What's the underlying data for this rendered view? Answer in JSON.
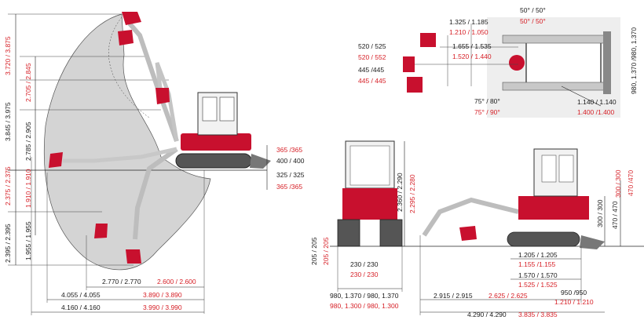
{
  "colors": {
    "primary": "#1a1a1a",
    "alt": "#d61f26",
    "machine": "#c8102e",
    "envelope": "#d4d4d4",
    "grey": "#9a9a9a"
  },
  "side_view": {
    "vertical": {
      "v1_black": "3.720 / 3.875",
      "v1_red": "2.705 / 2.845",
      "v2_black": "3.845 / 3.975",
      "v2_red": "2.785 / 2.905",
      "v3_red": "2.375 / 2.375",
      "v3_red_b": "1.910 / 1.910",
      "v4_black": "2.395 / 2.395",
      "v4_black_b": "1.955 / 1.955"
    },
    "right": {
      "r1": "365 /365",
      "r2": "400 / 400",
      "r3": "325 / 325",
      "r4": "365 /365"
    },
    "bottom": {
      "b1_black": "2.770 / 2.770",
      "b1_red": "2.600 / 2.600",
      "b2_black": "4.055 / 4.055",
      "b2_red": "3.890 / 3.890",
      "b3_black": "4.160 / 4.160",
      "b3_red": "3.990 / 3.990"
    }
  },
  "top_view": {
    "angle_top_black": "50° / 50°",
    "angle_top_red": "50° / 50°",
    "w1_black": "1.325 / 1.185",
    "w1_red": "1.210 / 1.050",
    "w2_black": "1.655 / 1.535",
    "w2_red": "1.520 / 1.440",
    "b1_black": "520 / 525",
    "b1_red": "520 / 552",
    "b2_black": "445 /445",
    "b2_red": "445 / 445",
    "angle_bot_black": "75° / 80°",
    "angle_bot_red": "75° / 90°",
    "t_black": "1.140 / 1.140",
    "t_red": "1.400 /1.400",
    "blade_width": "980, 1.370 /980, 1.370"
  },
  "front_view": {
    "h1_black": "2.360 / 2.290",
    "h1_red": "2.295 / 2.280",
    "h2_black": "205 / 205",
    "h2_red": "205 / 205",
    "w_black": "230 / 230",
    "w_red": "230 / 230",
    "track_black": "980, 1.370 / 980, 1.370",
    "track_red": "980, 1.300 / 980, 1.300"
  },
  "profile_view": {
    "r1_black": "300 / 300",
    "r1_red": "300 / 300",
    "r2_black": "470 / 470",
    "r2_red": "470 /470",
    "d1_black": "1.205 / 1.205",
    "d1_red": "1.155 /1.155",
    "d2_black": "1.570 / 1.570",
    "d2_red": "1.525 / 1.525",
    "d3_black": "2.915 / 2.915",
    "d3_red": "2.625 / 2.625",
    "d4_black": "950 /950",
    "d4_red": "1.210 / 1.210",
    "d5_black": "4.290 / 4.290",
    "d5_red": "3.835 / 3.835"
  }
}
